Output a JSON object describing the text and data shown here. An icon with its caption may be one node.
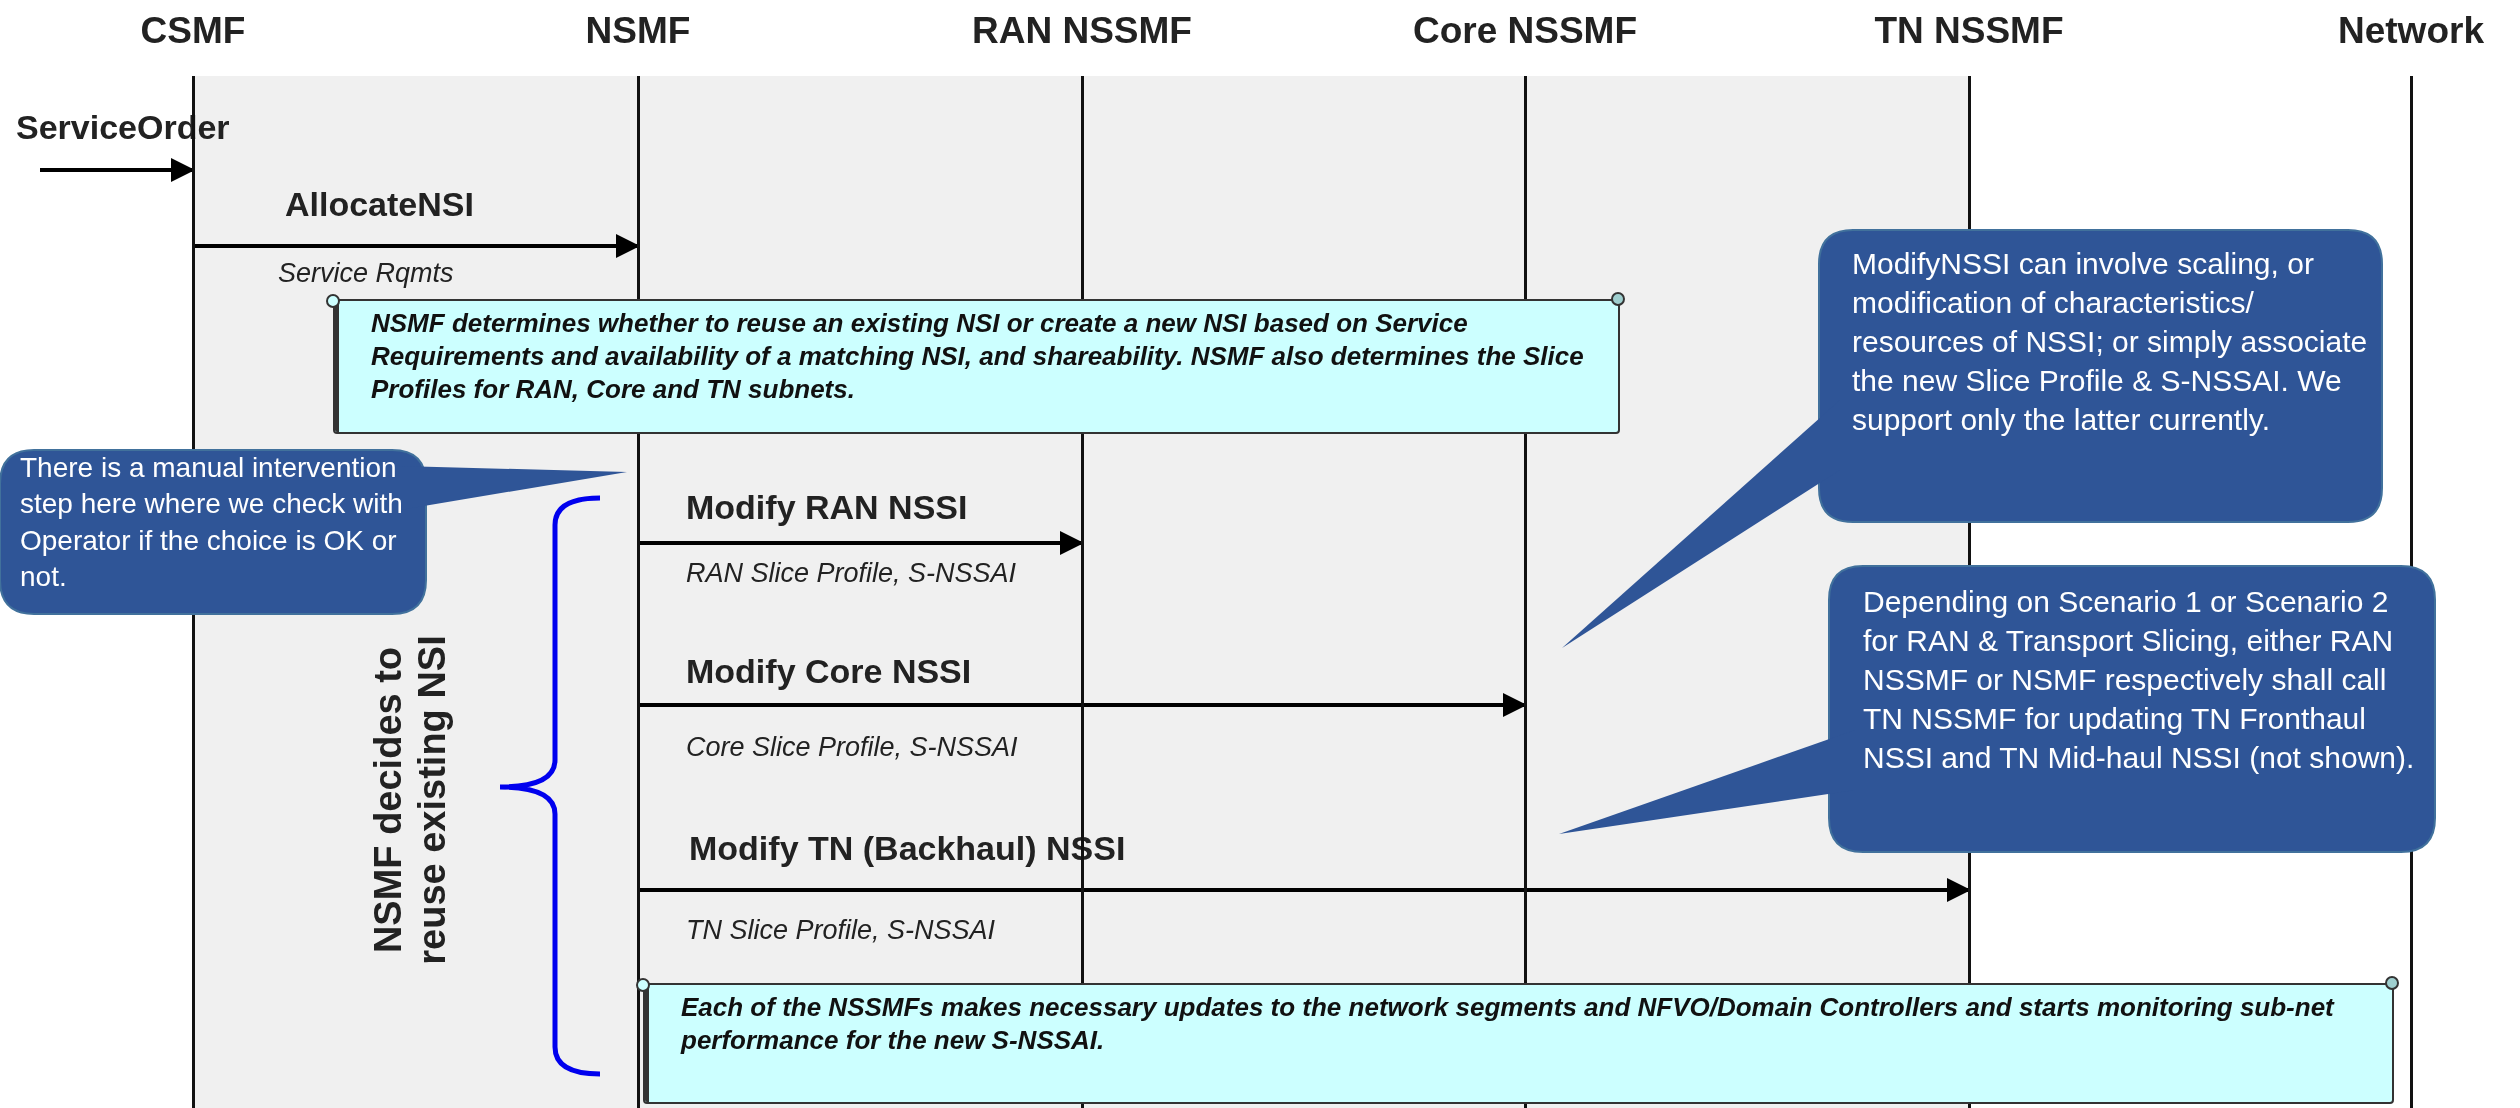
{
  "diagram": {
    "nodes": [
      {
        "text": [
          "CSMF"
        ]
      },
      {
        "text": [
          "NSMF"
        ]
      },
      {
        "text": [
          "RAN NSSMF"
        ]
      },
      {
        "text": [
          "Core NSSMF"
        ]
      },
      {
        "text": [
          "TN NSSMF"
        ]
      },
      {
        "text": [
          "Network"
        ]
      },
      {
        "text": [
          "NSMF determines whether to reuse an existing NSI or create a new NSI based on Service Requirements and availability of a matching NSI, and shareability. NSMF also determines the Slice Profiles for RAN, Core and TN subnets."
        ]
      },
      {
        "text": [
          "There is a manual intervention step here where we check with Operator if the choice is OK or not."
        ]
      },
      {
        "text": [
          "ModifyNSSI can involve scaling, or modification of characteristics/ resources of NSSI; or simply associate the new Slice Profile & S-NSSAI. We support only the latter currently."
        ]
      },
      {
        "text": [
          "Depending on Scenario 1 or Scenario 2 for RAN & Transport Slicing, either RAN NSSMF or NSMF respectively shall call TN NSSMF for updating TN Fronthaul NSSI and TN Mid-haul NSSI (not shown)."
        ]
      },
      {
        "text": [
          "Each of the NSSMFs makes necessary updates to the network segments and NFVO/Domain Controllers and starts monitoring sub-net performance for the new S-NSSAI."
        ]
      }
    ],
    "edges": [
      {
        "from": null,
        "to": 0,
        "arrow": "to",
        "label": "ServiceOrder"
      },
      {
        "from": 0,
        "to": 1,
        "arrow": "to",
        "label": "AllocateNSI"
      },
      {
        "from": 1,
        "to": 2,
        "arrow": "to",
        "label": "Modify RAN NSSI"
      },
      {
        "from": 1,
        "to": 3,
        "arrow": "to",
        "label": "Modify Core NSSI"
      },
      {
        "from": 1,
        "to": 4,
        "arrow": "to",
        "label": "Modify TN (Backhaul) NSSI"
      }
    ],
    "labels": [
      "Service Rqmts",
      "RAN Slice Profile, S-NSSAI",
      "Core Slice Profile, S-NSSAI",
      "TN Slice Profile, S-NSSAI",
      "NSMF decides to reuse existing NSI"
    ]
  }
}
